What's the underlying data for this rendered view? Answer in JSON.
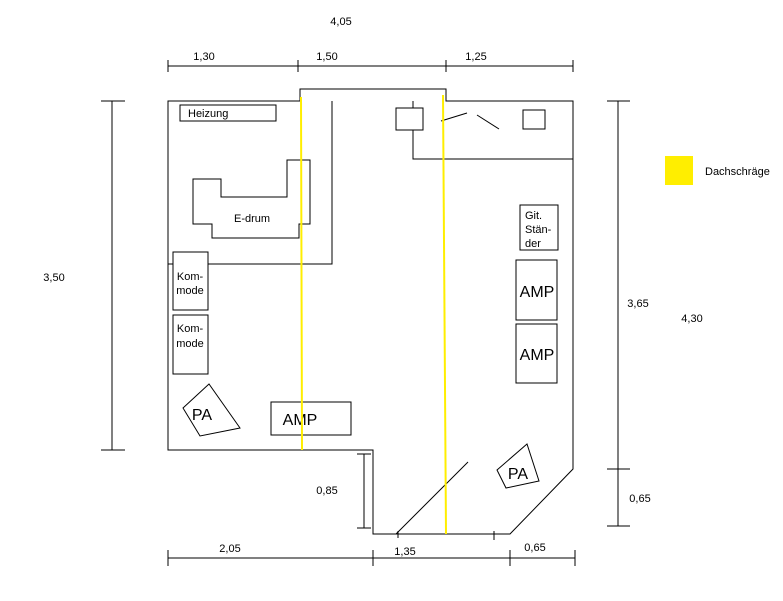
{
  "dimensions": {
    "top_total": "4,05",
    "top_left": "1,30",
    "top_mid": "1,50",
    "top_right": "1,25",
    "left_height": "3,50",
    "right_upper": "3,65",
    "right_total": "4,30",
    "right_lower": "0,65",
    "bottom_left": "2,05",
    "bottom_mid": "1,35",
    "bottom_right": "0,65",
    "notch_height": "0,85"
  },
  "furniture": {
    "heizung": "Heizung",
    "edrum": "E-drum",
    "kommode1_line1": "Kom-",
    "kommode1_line2": "mode",
    "kommode2_line1": "Kom-",
    "kommode2_line2": "mode",
    "pa_left": "PA",
    "pa_right": "PA",
    "amp_bottom": "AMP",
    "amp_right_top": "AMP",
    "amp_right_bottom": "AMP",
    "git_line1": "Git.",
    "git_line2": "Stän-",
    "git_line3": "der"
  },
  "legend": {
    "label": "Dachschräge",
    "color": "#ffee00"
  }
}
